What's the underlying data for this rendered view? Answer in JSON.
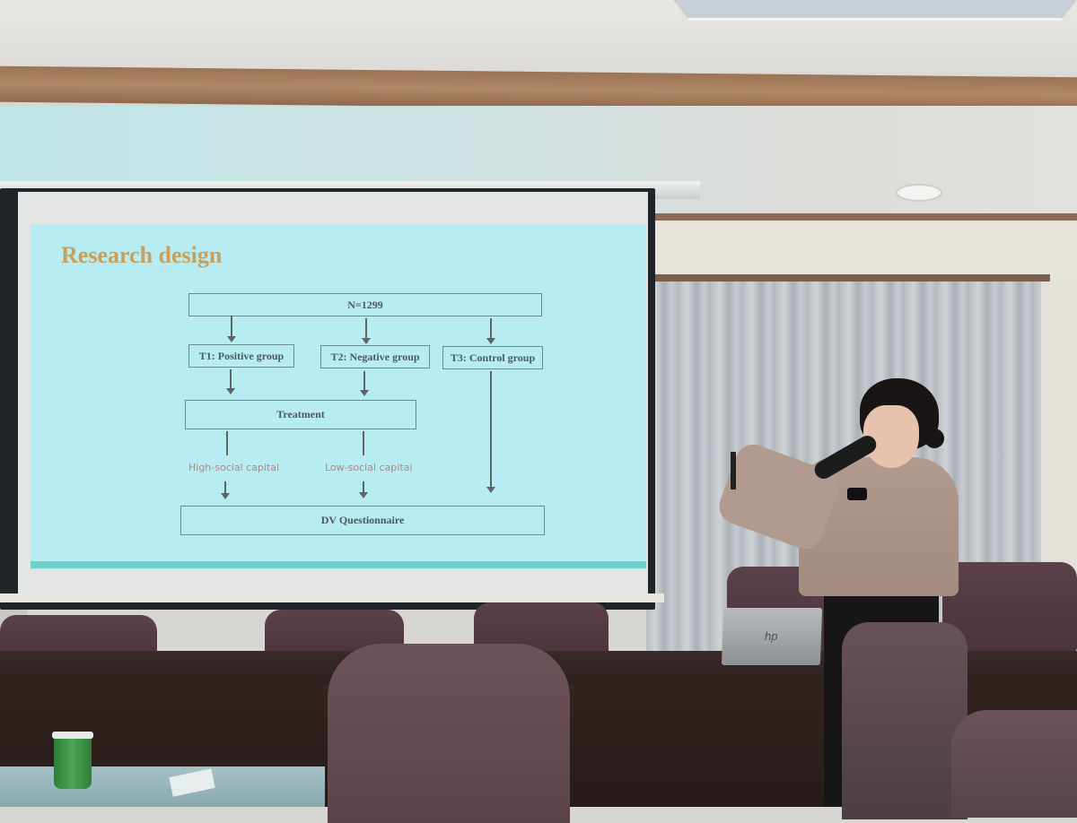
{
  "scene": {
    "description": "Presenter at conference room speaking into microphone beside projected slide",
    "laptop_logo": "hp"
  },
  "slide": {
    "title": "Research design",
    "colors": {
      "background": "#b8ecf3",
      "title": "#c6a15d",
      "box_border": "#6f8a8e",
      "label": "#a48b84"
    },
    "flow": {
      "sample": "N=1299",
      "groups": [
        "T1: Positive group",
        "T2: Negative group",
        "T3: Control group"
      ],
      "treatment": "Treatment",
      "conditions": [
        "High-social capital",
        "Low-social capital"
      ],
      "outcome": "DV Questionnaire"
    }
  }
}
